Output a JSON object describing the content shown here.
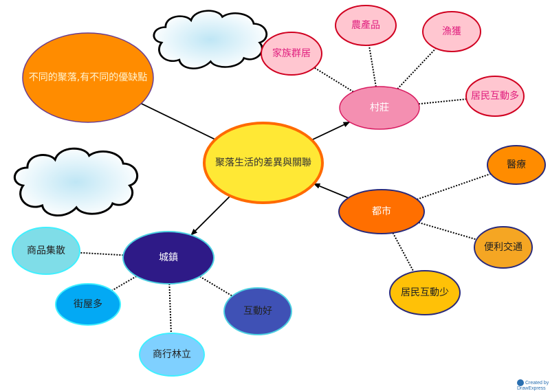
{
  "nodes": [
    {
      "id": "note",
      "text": "不同的聚落,有不同的優缺點",
      "fill": "#FF8C00",
      "stroke": "#6A3D8F",
      "color": "#FFF3D0"
    },
    {
      "id": "center",
      "text": "聚落生活的差異與關聯",
      "fill": "#FFE835",
      "stroke": "#FF6A00",
      "color": "#333333"
    },
    {
      "id": "village",
      "text": "村莊",
      "fill": "#F48FB1",
      "stroke": "#D81B60",
      "color": "#FFFFFF"
    },
    {
      "id": "v1",
      "text": "家族群居",
      "fill": "#FFC6D0",
      "stroke": "#D00020",
      "color": "#E0207F"
    },
    {
      "id": "v2",
      "text": "農產品",
      "fill": "#FFC6D0",
      "stroke": "#D00020",
      "color": "#E0207F"
    },
    {
      "id": "v3",
      "text": "漁獲",
      "fill": "#FFC6D0",
      "stroke": "#D00020",
      "color": "#E0207F"
    },
    {
      "id": "v4",
      "text": "居民互動多",
      "fill": "#FFC6D0",
      "stroke": "#D00020",
      "color": "#E0207F"
    },
    {
      "id": "city",
      "text": "都市",
      "fill": "#FF6F00",
      "stroke": "#2A2A7A",
      "color": "#FFFFFF"
    },
    {
      "id": "c1",
      "text": "醫療",
      "fill": "#FF8C00",
      "stroke": "#2A2A7A",
      "color": "#222222"
    },
    {
      "id": "c2",
      "text": "便利交通",
      "fill": "#F5A623",
      "stroke": "#2A2A7A",
      "color": "#222222"
    },
    {
      "id": "c3",
      "text": "居民互動少",
      "fill": "#FFC107",
      "stroke": "#2A2A7A",
      "color": "#222222"
    },
    {
      "id": "town",
      "text": "城鎮",
      "fill": "#2E1A87",
      "stroke": "#4DD0E1",
      "color": "#FFFFFF"
    },
    {
      "id": "t1",
      "text": "商品集散",
      "fill": "#7FDDE8",
      "stroke": "#3FF0FF",
      "color": "#222222"
    },
    {
      "id": "t2",
      "text": "街屋多",
      "fill": "#03A9F4",
      "stroke": "#3FF0FF",
      "color": "#222222"
    },
    {
      "id": "t3",
      "text": "商行林立",
      "fill": "#7FD0FF",
      "stroke": "#3FF0FF",
      "color": "#222222"
    },
    {
      "id": "t4",
      "text": "互動好",
      "fill": "#3F51B5",
      "stroke": "#4DD0E1",
      "color": "#222222"
    }
  ],
  "edges": [
    {
      "from": "note",
      "to": "center",
      "style": "solid",
      "arrow": false
    },
    {
      "from": "center",
      "to": "village",
      "style": "solid",
      "arrow": true
    },
    {
      "from": "city",
      "to": "center",
      "style": "solid",
      "arrow": true
    },
    {
      "from": "center",
      "to": "town",
      "style": "solid",
      "arrow": true
    },
    {
      "from": "village",
      "to": "v1",
      "style": "dotted"
    },
    {
      "from": "village",
      "to": "v2",
      "style": "dotted"
    },
    {
      "from": "village",
      "to": "v3",
      "style": "dotted"
    },
    {
      "from": "village",
      "to": "v4",
      "style": "dotted"
    },
    {
      "from": "city",
      "to": "c1",
      "style": "dotted"
    },
    {
      "from": "city",
      "to": "c2",
      "style": "dotted"
    },
    {
      "from": "city",
      "to": "c3",
      "style": "dotted"
    },
    {
      "from": "town",
      "to": "t1",
      "style": "dotted"
    },
    {
      "from": "town",
      "to": "t2",
      "style": "dotted"
    },
    {
      "from": "town",
      "to": "t3",
      "style": "dotted"
    },
    {
      "from": "town",
      "to": "t4",
      "style": "dotted"
    }
  ],
  "watermark": "Created by DrawExpress"
}
